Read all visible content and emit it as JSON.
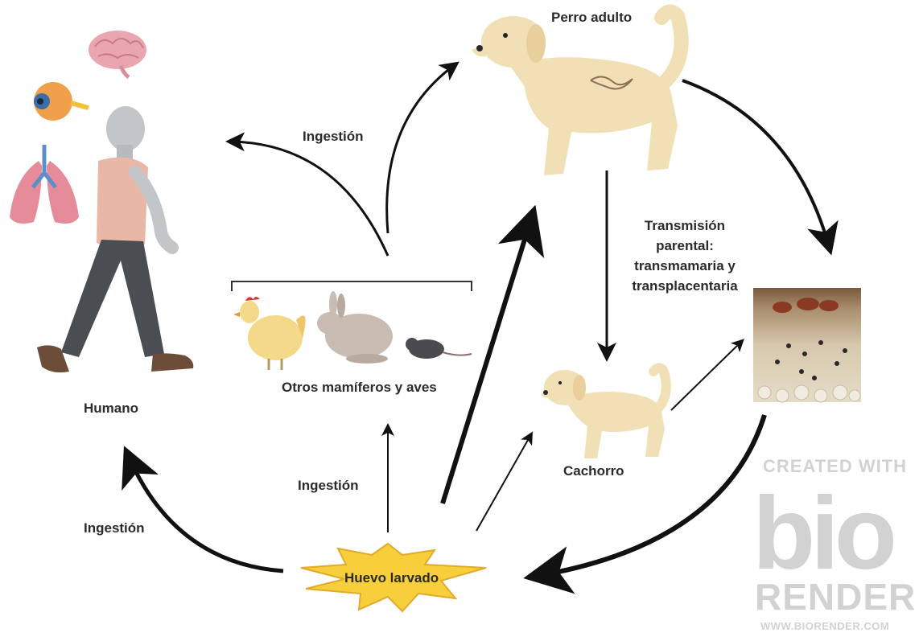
{
  "nodes": {
    "human": "Humano",
    "adult_dog": "Perro adulto",
    "puppy": "Cachorro",
    "other_hosts": "Otros mamíferos y aves",
    "egg": "Huevo larvado"
  },
  "edges": {
    "ingestion_top": "Ingestión",
    "ingestion_middle": "Ingestión",
    "ingestion_left": "Ingestión",
    "parental_line1": "Transmisión",
    "parental_line2": "parental:",
    "parental_line3": "transmamaria y",
    "parental_line4": "transplacentaria"
  },
  "watermark": {
    "line1": "CREATED WITH",
    "line2": "bio",
    "line3": "RENDER",
    "line4": "WWW.BIORENDER.COM"
  },
  "colors": {
    "dog": "#f1dfb5",
    "egg": "#f7cf3a",
    "arrow": "#111111",
    "watermark": "#d2d2d2"
  }
}
